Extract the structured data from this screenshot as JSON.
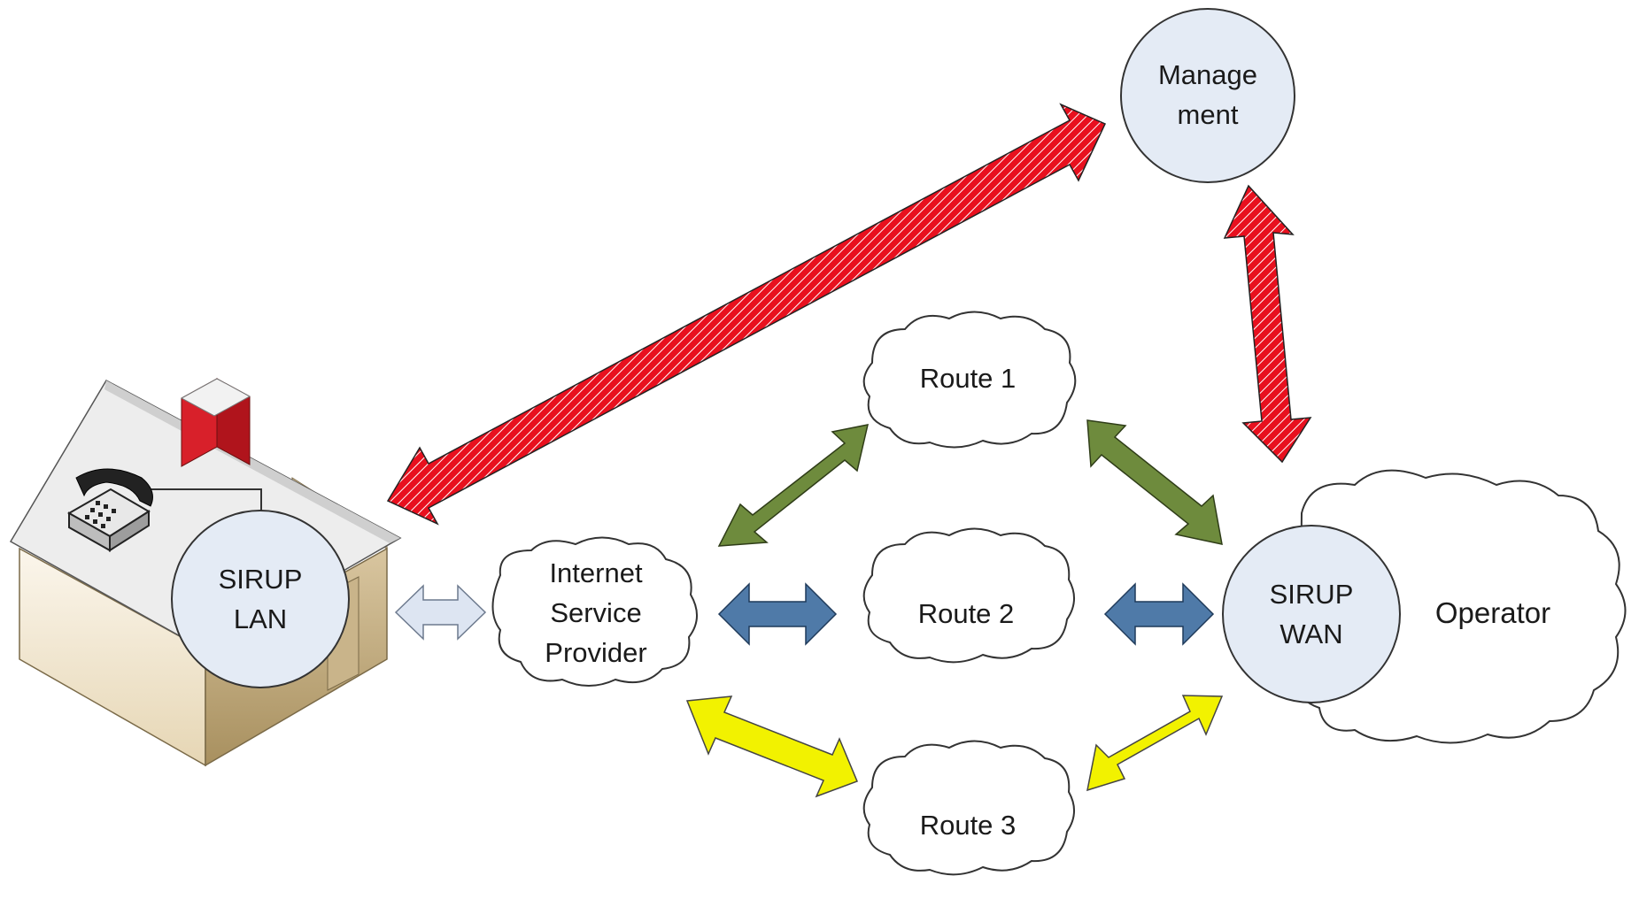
{
  "nodes": {
    "management": {
      "line1": "Manage",
      "line2": "ment"
    },
    "sirup_lan": {
      "line1": "SIRUP",
      "line2": "LAN"
    },
    "sirup_wan": {
      "line1": "SIRUP",
      "line2": "WAN"
    },
    "isp": {
      "line1": "Internet",
      "line2": "Service",
      "line3": "Provider"
    },
    "route1": {
      "label": "Route 1"
    },
    "route2": {
      "label": "Route 2"
    },
    "route3": {
      "label": "Route 3"
    },
    "operator": {
      "label": "Operator"
    }
  },
  "connections": [
    {
      "from": "sirup_lan",
      "to": "management",
      "style": "hatched",
      "color": "#e8101e"
    },
    {
      "from": "management",
      "to": "sirup_wan",
      "style": "hatched",
      "color": "#e8101e"
    },
    {
      "from": "sirup_lan",
      "to": "isp",
      "style": "outline",
      "color": "#dde5f2"
    },
    {
      "from": "isp",
      "to": "route1",
      "style": "solid",
      "color": "#6e8b3d"
    },
    {
      "from": "route1",
      "to": "sirup_wan",
      "style": "solid",
      "color": "#6e8b3d"
    },
    {
      "from": "isp",
      "to": "route2",
      "style": "solid",
      "color": "#4f7aa8"
    },
    {
      "from": "route2",
      "to": "sirup_wan",
      "style": "solid",
      "color": "#4f7aa8"
    },
    {
      "from": "isp",
      "to": "route3",
      "style": "solid",
      "color": "#f2f200"
    },
    {
      "from": "route3",
      "to": "sirup_wan",
      "style": "solid",
      "color": "#f2f200"
    }
  ],
  "colors": {
    "node_fill": "#e4ebf5",
    "node_stroke": "#333333",
    "red_arrow": "#e8101e",
    "green_arrow": "#6e8b3d",
    "blue_arrow": "#4f7aa8",
    "yellow_arrow": "#f2f200",
    "chimney": "#d8202a"
  },
  "icons": {
    "house": "house-icon",
    "telephone": "telephone-icon"
  }
}
